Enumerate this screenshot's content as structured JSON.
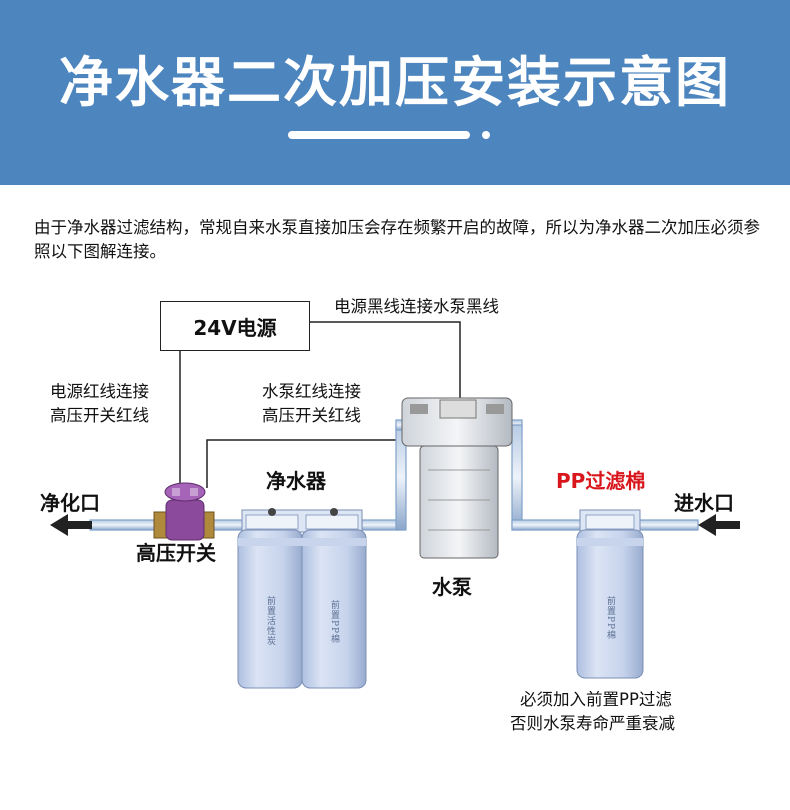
{
  "header": {
    "title": "净水器二次加压安装示意图"
  },
  "intro": "由于净水器过滤结构，常规自来水泵直接加压会存在频繁开启的故障，所以为净水器二次加压必须参照以下图解连接。",
  "power_supply": {
    "label": "24V电源"
  },
  "annotations": {
    "black_wire_line1": "电源黑线连接水泵黑线",
    "red_wire_line1": "电源红线连接",
    "red_wire_line2": "高压开关红线",
    "pump_red_line1": "水泵红线连接",
    "pump_red_line2": "高压开关红线",
    "prefilter_note_line1": "必须加入前置PP过滤",
    "prefilter_note_line2": "否则水泵寿命严重衰减"
  },
  "components": {
    "outlet": "净化口",
    "inlet": "进水口",
    "pressure_switch": "高压开关",
    "purifier": "净水器",
    "pump": "水泵",
    "pp_filter": "PP过滤棉"
  },
  "filter_tags": {
    "carbon": "前置活性炭",
    "pp1": "前置PP棉",
    "pp2": "前置PP棉"
  },
  "colors": {
    "banner": "#4d85bf",
    "accent_red": "#d9161c",
    "pipe": "#7fa0c8",
    "switch": "#8b4a9c"
  }
}
